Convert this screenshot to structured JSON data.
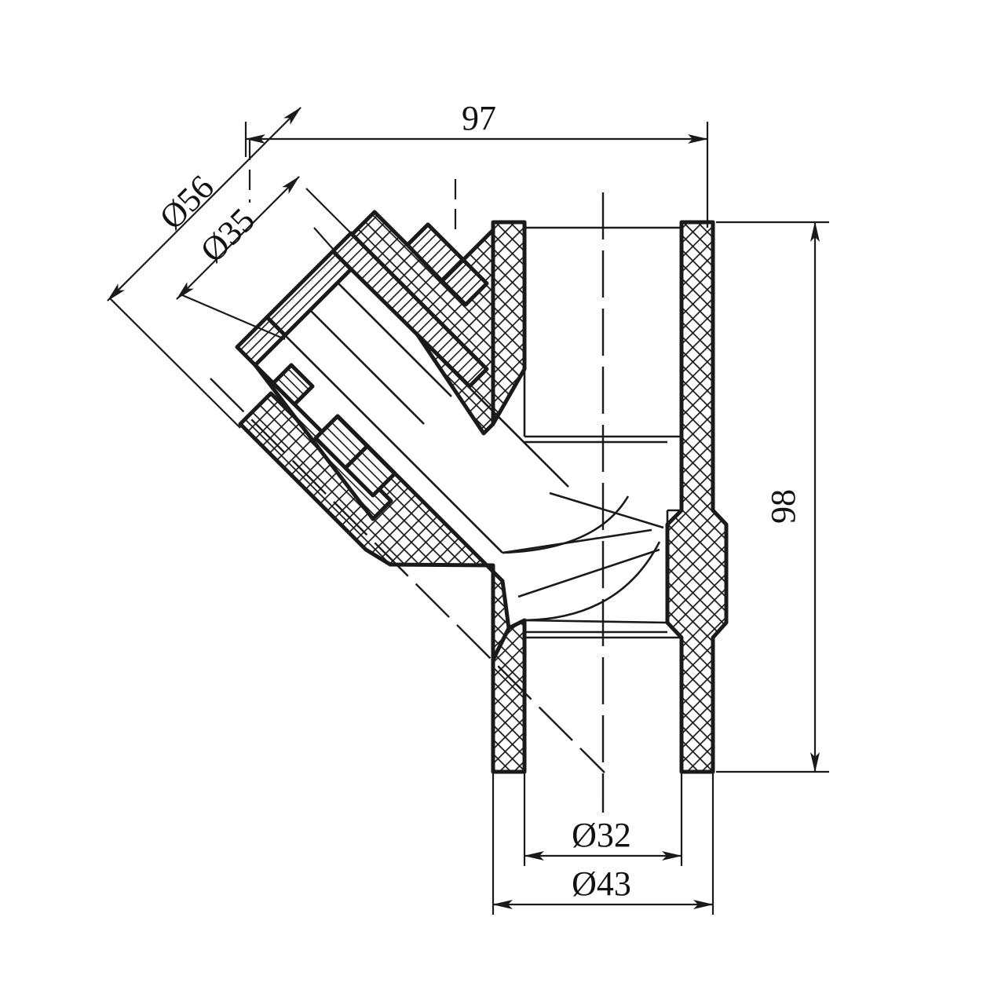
{
  "drawing": {
    "title": "45-degree Y-branch pipe fitting cross-section",
    "background_color": "#ffffff",
    "line_color": "#1a1a1a",
    "hatch_color": "#1a1a1a",
    "dimension_text_color": "#111111"
  },
  "dimensions": {
    "branch_outer_diameter": {
      "label": "Ø56",
      "value": 56,
      "symbol": "Ø",
      "orientation": "diagonal-45"
    },
    "branch_inner_diameter": {
      "label": "Ø35",
      "value": 35,
      "symbol": "Ø",
      "orientation": "diagonal-45"
    },
    "overall_length": {
      "label": "97",
      "value": 97,
      "symbol": "",
      "orientation": "horizontal"
    },
    "overall_height": {
      "label": "98",
      "value": 98,
      "symbol": "",
      "orientation": "vertical"
    },
    "run_inner_diameter": {
      "label": "Ø32",
      "value": 32,
      "symbol": "Ø",
      "orientation": "horizontal"
    },
    "run_outer_diameter": {
      "label": "Ø43",
      "value": 43,
      "symbol": "Ø",
      "orientation": "horizontal"
    }
  },
  "labels": {
    "d56": "Ø56",
    "d35": "Ø35",
    "len97": "97",
    "hgt98": "98",
    "d32": "Ø32",
    "d43": "Ø43"
  }
}
